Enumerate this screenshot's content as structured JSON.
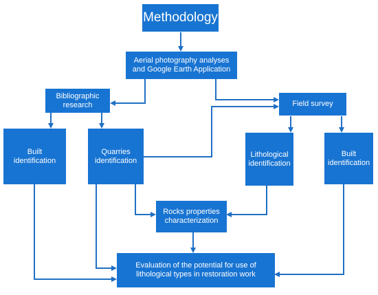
{
  "diagram": {
    "nodes": {
      "methodology": "Methodology",
      "aerial": "Aerial photography analyses\nand Google Earth Application",
      "bibliographic": "Bibliographic\nresearch",
      "field_survey": "Field survey",
      "built_left": "Built\nidentification",
      "quarries": "Quarries\nidentification",
      "lithological": "Lithological\nidentification",
      "built_right": "Built\nidentification",
      "rocks": "Rocks properties\ncharacterization",
      "evaluation": "Evaluation of the potential for use of\nlithological types in restoration work"
    },
    "colors": {
      "box_fill": "#1874d2",
      "box_text": "#ffffff",
      "connector": "#1f6fc4"
    }
  }
}
